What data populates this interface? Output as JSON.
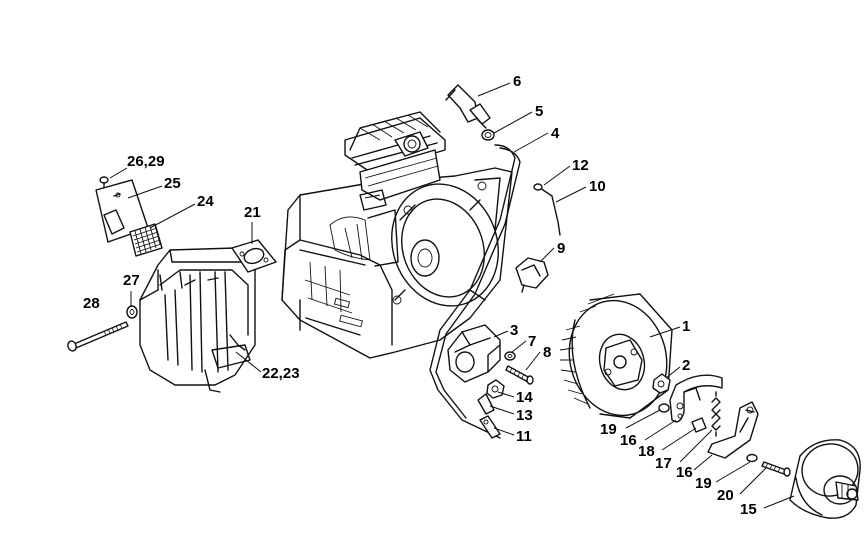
{
  "callouts": {
    "c1": "1",
    "c2": "2",
    "c3": "3",
    "c4": "4",
    "c5": "5",
    "c6": "6",
    "c7": "7",
    "c8": "8",
    "c9": "9",
    "c10": "10",
    "c11": "11",
    "c12": "12",
    "c13": "13",
    "c14": "14",
    "c15": "15",
    "c16a": "16",
    "c16b": "16",
    "c17": "17",
    "c18": "18",
    "c19a": "19",
    "c19b": "19",
    "c20": "20",
    "c21": "21",
    "c22_23": "22,23",
    "c24": "24",
    "c25": "25",
    "c26_29": "26,29",
    "c27": "27",
    "c28": "28"
  }
}
